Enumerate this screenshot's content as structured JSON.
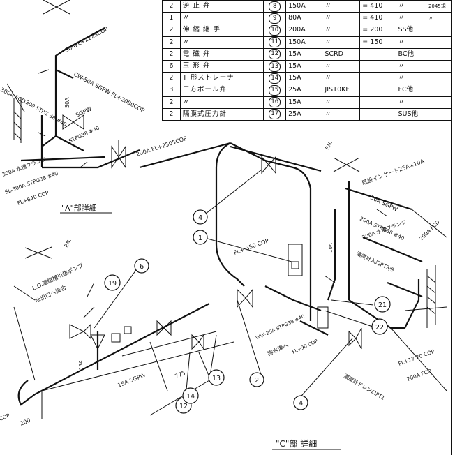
{
  "table": {
    "rows": [
      {
        "qty": "2",
        "name": "逆 止 弁",
        "no": "8",
        "size": "150A",
        "dittoA": "〃",
        "len": "= 410",
        "mat": "〃",
        "rem": "2045規"
      },
      {
        "qty": "1",
        "name": "〃",
        "no": "9",
        "size": "80A",
        "dittoA": "〃",
        "len": "= 410",
        "mat": "〃",
        "rem": "〃"
      },
      {
        "qty": "2",
        "name": "伸 縮 継 手",
        "no": "10",
        "size": "200A",
        "dittoA": "〃",
        "len": "= 200",
        "mat": "SS他",
        "rem": ""
      },
      {
        "qty": "2",
        "name": "〃",
        "no": "11",
        "size": "150A",
        "dittoA": "〃",
        "len": "= 150",
        "mat": "〃",
        "rem": ""
      },
      {
        "qty": "2",
        "name": "電 磁 弁",
        "no": "12",
        "size": "15A",
        "dittoA": "SCRD",
        "len": "",
        "mat": "BC他",
        "rem": ""
      },
      {
        "qty": "6",
        "name": "玉 形 弁",
        "no": "13",
        "size": "15A",
        "dittoA": "〃",
        "len": "",
        "mat": "〃",
        "rem": ""
      },
      {
        "qty": "2",
        "name": "T 形ストレーナ",
        "no": "14",
        "size": "15A",
        "dittoA": "〃",
        "len": "",
        "mat": "〃",
        "rem": ""
      },
      {
        "qty": "3",
        "name": "三方ボール弁",
        "no": "15",
        "size": "25A",
        "dittoA": "JIS10KF",
        "len": "",
        "mat": "FC他",
        "rem": ""
      },
      {
        "qty": "2",
        "name": "〃",
        "no": "16",
        "size": "15A",
        "dittoA": "〃",
        "len": "",
        "mat": "〃",
        "rem": ""
      },
      {
        "qty": "2",
        "name": "隔膜式圧力計",
        "no": "17",
        "size": "25A",
        "dittoA": "〃",
        "len": "",
        "mat": "SUS他",
        "rem": ""
      }
    ]
  },
  "detail_A": {
    "title": "\"A\"部詳細",
    "labels": {
      "fl2225": "50AFL+2225COP",
      "cw50": "CW-50A SGPW FL+2090COP",
      "fcd300": "300A FCD",
      "stpg": "300 STPG 38 #40",
      "pipe50a": "50A",
      "sgpw": "SGPW",
      "stpg38": "STPG38 #40",
      "fl2505": "200A FL+2505COP",
      "flange300": "300A 水槽フランジ",
      "sl300": "SL-300A STPG38 #40",
      "fl640": "FL+640 COP"
    }
  },
  "detail_C": {
    "title": "\"C\"部 詳細",
    "labels": {
      "pn": "P.N.",
      "socket": "既設インサート25A×10A",
      "sgpw50": "50A SGPW",
      "stpg200": "200A STPG38 #40",
      "flange200": "200A 水槽フランジ",
      "fcd200": "200A FCD",
      "inlet": "濃度計入口PT3/8",
      "pipe10a": "10A",
      "fl350": "FL+ 350 COP",
      "ww25": "WW-25A STPG38 #40",
      "drain": "排水溝へ",
      "fl90": "FL+90 COP",
      "fl1770": "FL+17 70 COP",
      "fcd200b": "200A FCD",
      "outlet": "濃度計ドレンロPT1"
    }
  },
  "detail_B": {
    "labels": {
      "pn": "P.N.",
      "pump": "L.O.濃縮槽引抜ポンプ",
      "connect": "吐出口へ接合",
      "pipe15a": "15A",
      "sgpw15": "15A SGPW",
      "dim775": "775",
      "dim200": "200",
      "cop": "COP"
    }
  },
  "balloons": [
    "4",
    "1",
    "19",
    "6",
    "21",
    "22",
    "2",
    "4",
    "12",
    "14",
    "13"
  ],
  "colors": {
    "ink": "#111111",
    "paper": "#ffffff"
  }
}
